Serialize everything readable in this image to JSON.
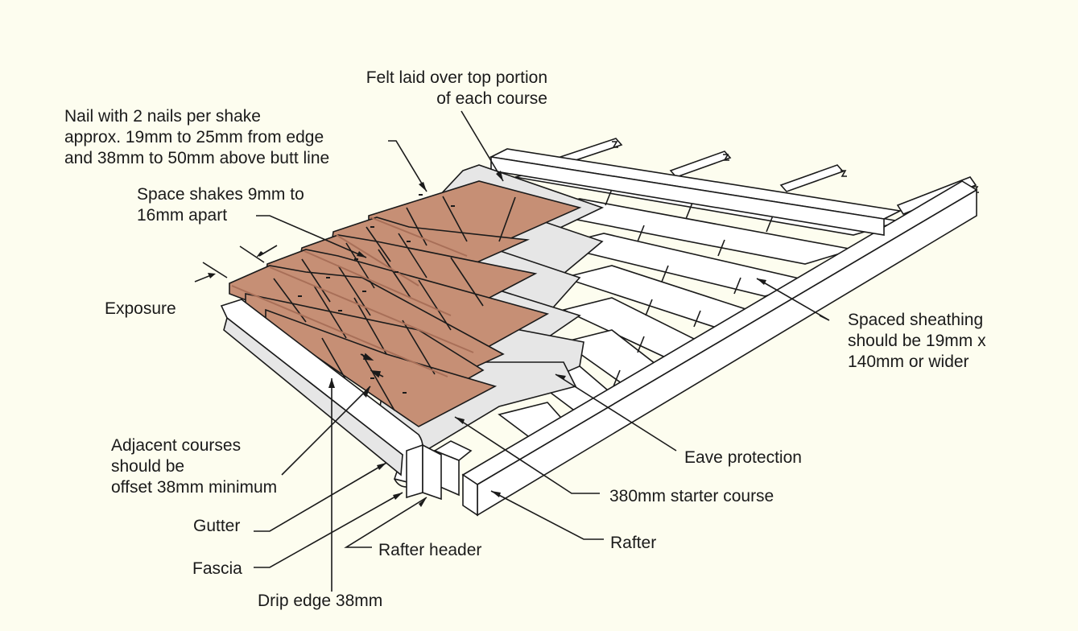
{
  "colors": {
    "background": "#FDFDEF",
    "shake": "#C68F75",
    "shake_shadow": "#A86F58",
    "felt": "#E6E6E6",
    "wood": "#FFFFFF",
    "sheathing_gap": "#F4F2DC",
    "line": "#1A1A1A"
  },
  "callouts": {
    "felt": [
      "Felt laid over top portion",
      "of each course"
    ],
    "nail": [
      "Nail with 2 nails per shake",
      "approx. 19mm to 25mm from edge",
      "and 38mm to 50mm above butt line"
    ],
    "space": [
      "Space shakes 9mm to",
      "16mm apart"
    ],
    "exposure": "Exposure",
    "sheathing": [
      "Spaced sheathing",
      "should be 19mm x",
      "140mm or wider"
    ],
    "adjacent": [
      "Adjacent courses",
      "should be",
      "offset 38mm minimum"
    ],
    "eave": "Eave protection",
    "starter": "380mm starter course",
    "gutter": "Gutter",
    "rafter": "Rafter",
    "rafter_header": "Rafter header",
    "fascia": "Fascia",
    "drip_edge": "Drip edge 38mm"
  }
}
